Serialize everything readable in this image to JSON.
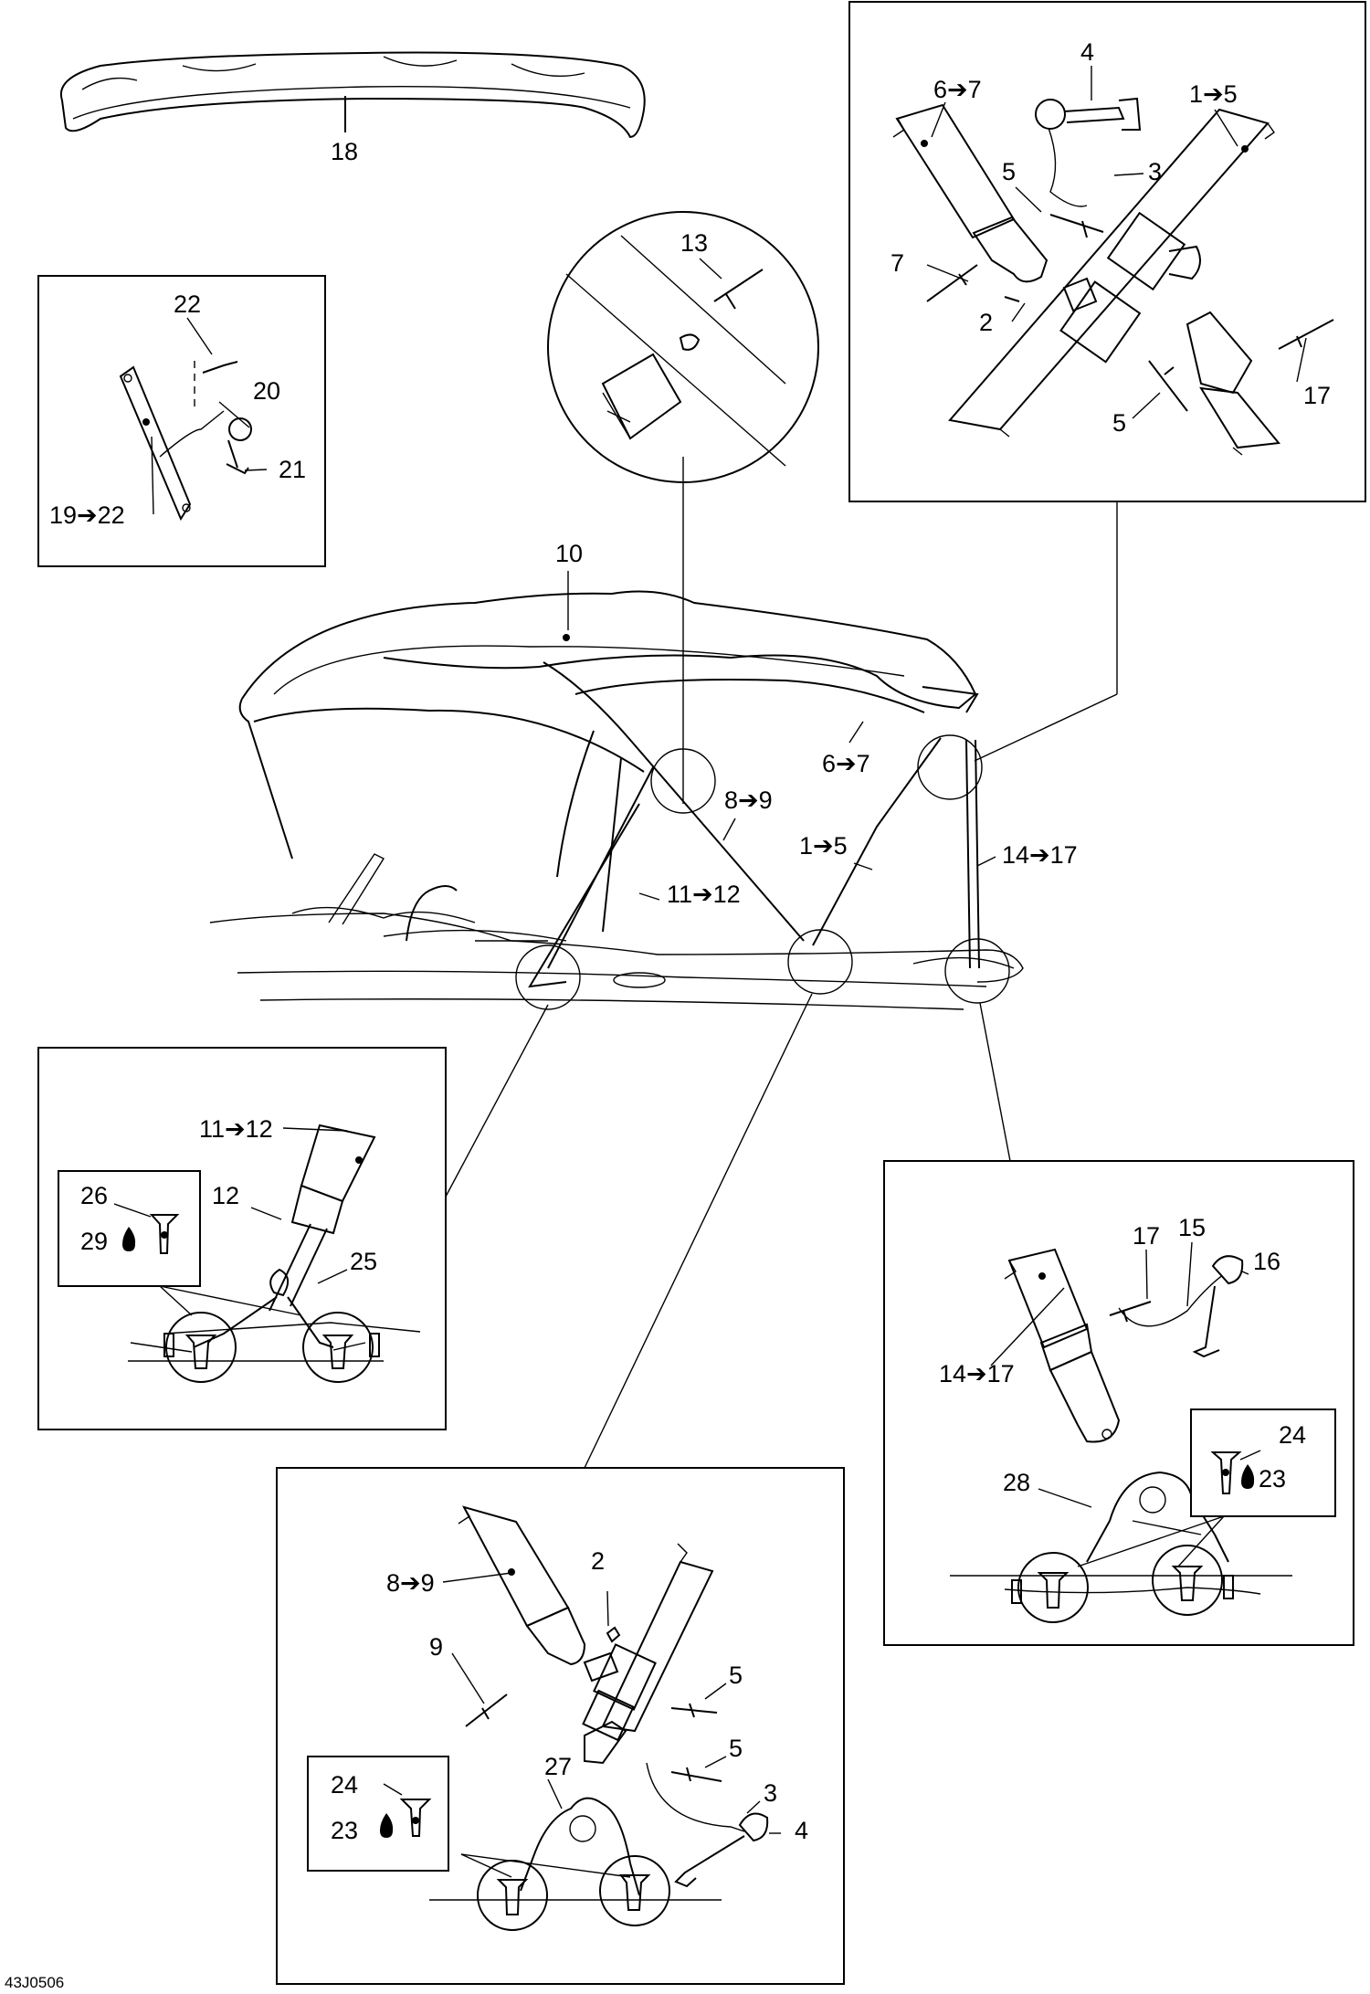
{
  "diagram": {
    "code": "43J0506",
    "labels": {
      "cover": "18",
      "top_fabric": "10",
      "zoom_13": "13",
      "inset_tl": {
        "l22": "22",
        "l20": "20",
        "l21": "21",
        "l19_22": "19➔22"
      },
      "inset_tr": {
        "l4": "4",
        "l6_7": "6➔7",
        "l1_5": "1➔5",
        "l5a": "5",
        "l3": "3",
        "l7": "7",
        "l2": "2",
        "l17": "17",
        "l5b": "5"
      },
      "main": {
        "l6_7": "6➔7",
        "l8_9": "8➔9",
        "l1_5": "1➔5",
        "l14_17": "14➔17",
        "l11_12": "11➔12"
      },
      "inset_left": {
        "l11_12": "11➔12",
        "l12": "12",
        "l26": "26",
        "l29": "29",
        "l25": "25"
      },
      "inset_right": {
        "l17": "17",
        "l15": "15",
        "l16": "16",
        "l14_17": "14➔17",
        "l24": "24",
        "l23": "23",
        "l28": "28"
      },
      "inset_bottom": {
        "l8_9": "8➔9",
        "l2": "2",
        "l9": "9",
        "l5a": "5",
        "l27": "27",
        "l5b": "5",
        "l3": "3",
        "l24": "24",
        "l23": "23",
        "l4": "4"
      }
    }
  }
}
